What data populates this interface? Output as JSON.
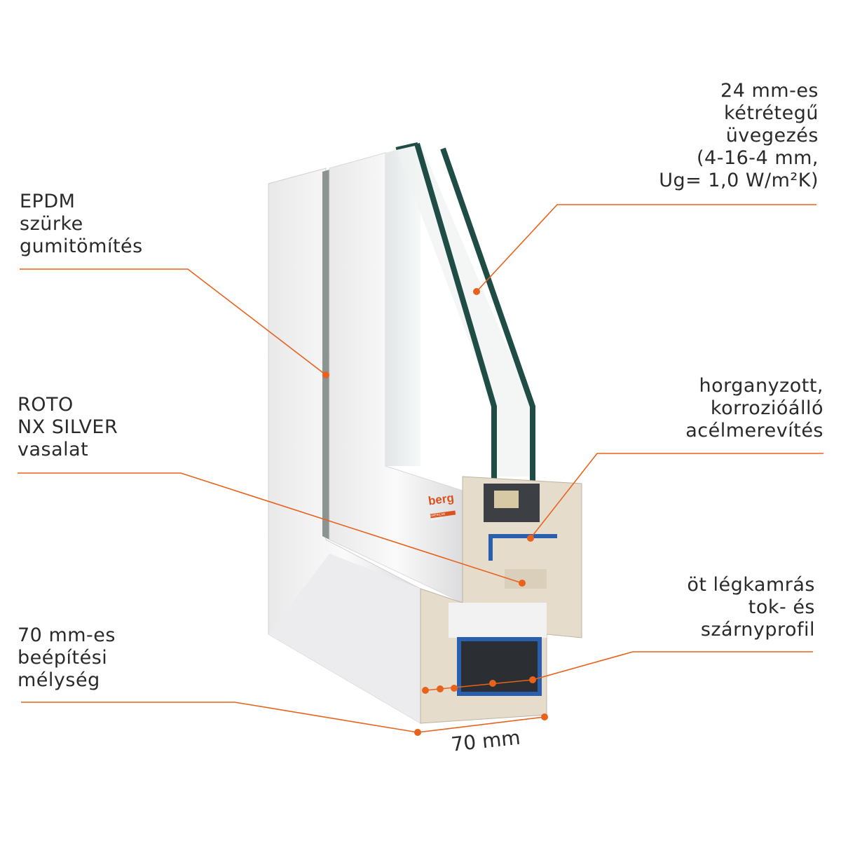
{
  "labels": {
    "glazing": "24 mm-es\nkétrétegű\nüvegezés\n(4-16-4 mm,\nUg= 1,0 W/m²K)",
    "gasket": "EPDM\nszürke\ngumitömítés",
    "steel": "horganyzott,\nkorrozióálló\nacélmerevítés",
    "hardware": "ROTO\nNX SILVER\nvasalat",
    "chambers": "öt légkamrás\ntok- és\nszárnyprofil",
    "depth": "70 mm-es\nbeépítési\nmélység"
  },
  "dimension": "70 mm",
  "logo": {
    "brand": "berg",
    "tagline": "AMERICAN QUALITY"
  },
  "colors": {
    "leader": "#e8621c",
    "glass": "#1f4d45",
    "steel": "#2a5fb0",
    "profile": "#e6dccb"
  }
}
